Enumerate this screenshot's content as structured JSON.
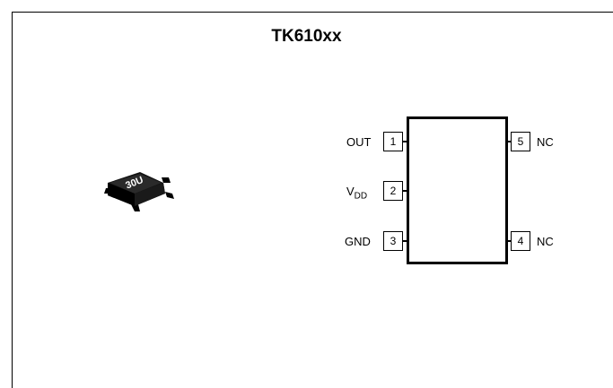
{
  "title": "TK610xx",
  "package_marking": "30U",
  "pins": [
    {
      "number": "1",
      "label": "OUT"
    },
    {
      "number": "2",
      "label_main": "V",
      "label_sub": "DD"
    },
    {
      "number": "3",
      "label": "GND"
    },
    {
      "number": "4",
      "label": "NC"
    },
    {
      "number": "5",
      "label": "NC"
    }
  ]
}
